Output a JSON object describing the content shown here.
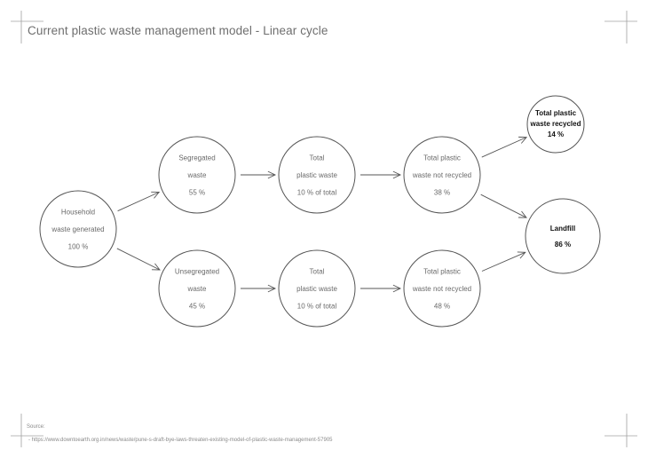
{
  "title": "Current plastic waste management model - Linear cycle",
  "nodes": [
    {
      "id": "household",
      "lines": [
        "Household",
        "waste generated",
        "100 %"
      ],
      "emphasis": false
    },
    {
      "id": "segregated",
      "lines": [
        "Segregated",
        "waste",
        "55 %"
      ],
      "emphasis": false
    },
    {
      "id": "plastic-top",
      "lines": [
        "Total",
        "plastic waste",
        "10 % of total"
      ],
      "emphasis": false
    },
    {
      "id": "not-recycled-top",
      "lines": [
        "Total plastic",
        "waste not recycled",
        "38 %"
      ],
      "emphasis": false
    },
    {
      "id": "recycled",
      "lines": [
        "Total plastic",
        "waste recycled",
        "14 %"
      ],
      "emphasis": true
    },
    {
      "id": "landfill",
      "lines": [
        "Landfill",
        "86 %"
      ],
      "emphasis": true
    },
    {
      "id": "unsegregated",
      "lines": [
        "Unsegregated",
        "waste",
        "45 %"
      ],
      "emphasis": false
    },
    {
      "id": "plastic-bottom",
      "lines": [
        "Total",
        "plastic waste",
        "10 % of total"
      ],
      "emphasis": false
    },
    {
      "id": "not-recycled-bottom",
      "lines": [
        "Total plastic",
        "waste not recycled",
        "48 %"
      ],
      "emphasis": false
    }
  ],
  "edges": [
    [
      "household",
      "segregated"
    ],
    [
      "household",
      "unsegregated"
    ],
    [
      "segregated",
      "plastic-top"
    ],
    [
      "plastic-top",
      "not-recycled-top"
    ],
    [
      "not-recycled-top",
      "recycled"
    ],
    [
      "not-recycled-top",
      "landfill"
    ],
    [
      "unsegregated",
      "plastic-bottom"
    ],
    [
      "plastic-bottom",
      "not-recycled-bottom"
    ],
    [
      "not-recycled-bottom",
      "landfill"
    ]
  ],
  "source": {
    "label": "Source:",
    "url": "- https://www.downtoearth.org.in/news/waste/pune-s-draft-bye-laws-threaten-existing-model-of-plastic-waste-management-57905"
  },
  "colors": {
    "stroke": "#555555",
    "text": "#6a6a6a",
    "emphasis_text": "#111111",
    "crop_marks": "#9a9a9a"
  }
}
